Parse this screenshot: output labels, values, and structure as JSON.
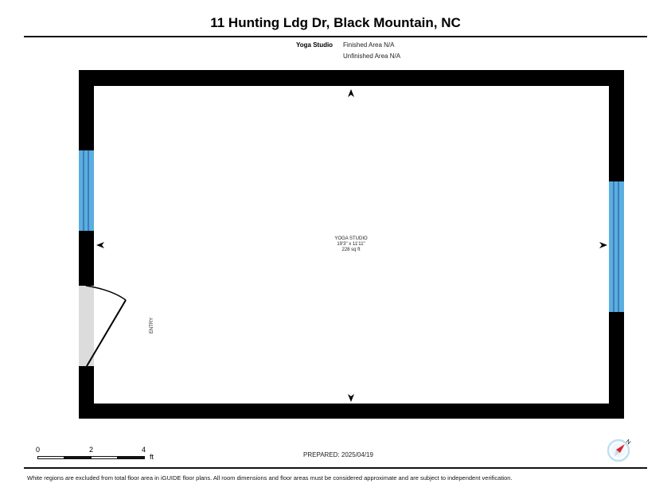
{
  "header": {
    "title": "11 Hunting Ldg Dr, Black Mountain, NC"
  },
  "legend": {
    "floor_name": "Yoga Studio",
    "finished_area": "Finished Area N/A",
    "unfinished_area": "Unfinished Area N/A"
  },
  "room": {
    "name": "YOGA STUDIO",
    "dimensions": "19'3\" x 11'11\"",
    "area": "228 sq ft",
    "entry_label": "ENTRY"
  },
  "colors": {
    "wall": "#000000",
    "window": "#5aaee0",
    "window_line": "#1f4f8f",
    "door_gap": "#dcdcdc",
    "compass_ring": "#bfe0f3",
    "compass_needle": "#e0202a"
  },
  "scale_bar": {
    "labels": [
      "0",
      "2",
      "4"
    ],
    "unit": "ft"
  },
  "footer": {
    "prepared": "PREPARED: 2025/04/19",
    "disclaimer": "White regions are excluded from total floor area in iGUIDE floor plans. All room dimensions and floor areas must be considered approximate and are subject to independent verification."
  },
  "compass": {
    "north_label": "N"
  }
}
